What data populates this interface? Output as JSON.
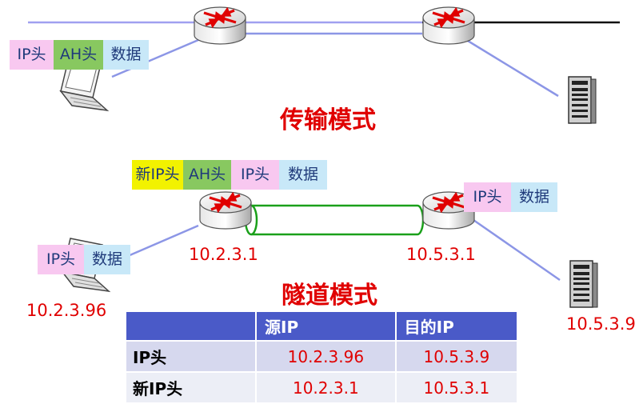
{
  "transport_mode": {
    "title": "传输模式",
    "packet": {
      "ip_header": "IP头",
      "ah_header": "AH头",
      "data": "数据"
    }
  },
  "tunnel_mode": {
    "title": "隧道模式",
    "outer_packet": {
      "new_ip_header": "新IP头",
      "ah_header": "AH头",
      "ip_header": "IP头",
      "data": "数据"
    },
    "host_packet": {
      "ip_header": "IP头",
      "data": "数据"
    },
    "server_packet": {
      "ip_header": "IP头",
      "data": "数据"
    },
    "host_ip": "10.2.3.96",
    "router1_ip": "10.2.3.1",
    "router2_ip": "10.5.3.1",
    "server_ip": "10.5.3.9"
  },
  "address_table": {
    "headers": [
      "",
      "源IP",
      "目的IP"
    ],
    "rows": [
      {
        "label": "IP头",
        "src": "10.2.3.96",
        "dst": "10.5.3.9"
      },
      {
        "label": "新IP头",
        "src": "10.2.3.1",
        "dst": "10.5.3.1"
      }
    ]
  },
  "colors": {
    "label_red": "#e00000",
    "router_arrow": "#e00000",
    "tunnel_green": "#1aa01a",
    "link_blue": "#8c96e6",
    "table_header": "#4a5ac8"
  },
  "icons": [
    "router-icon",
    "laptop-icon",
    "server-icon"
  ]
}
